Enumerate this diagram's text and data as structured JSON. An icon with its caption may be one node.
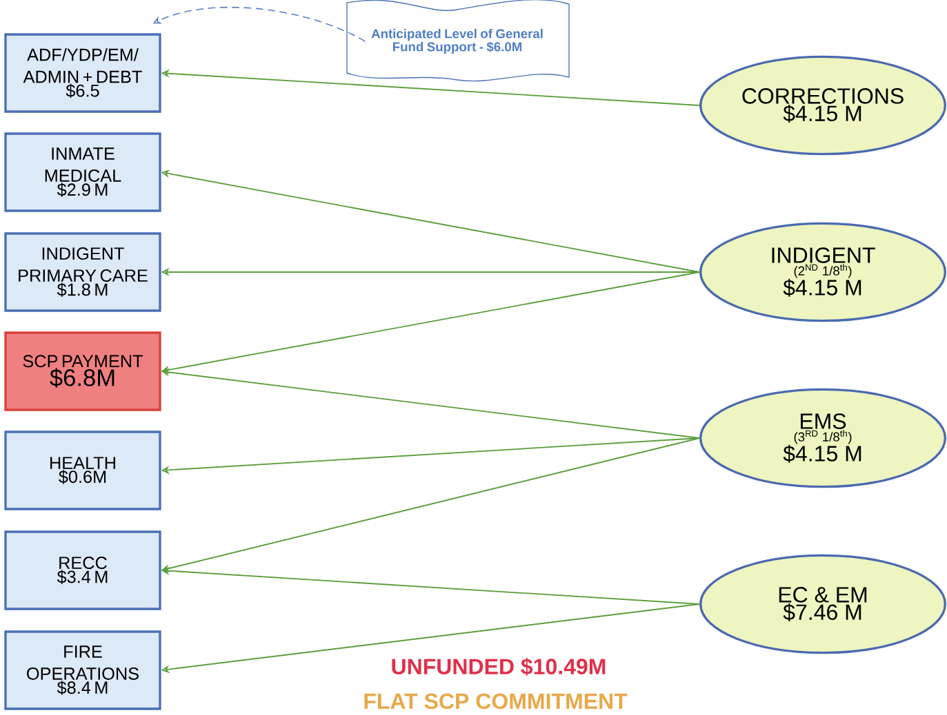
{
  "diagram": {
    "nodes": [
      {
        "text": [
          "ADF/YDP/EM/ ADMIN + DEBT",
          "$6.5"
        ]
      },
      {
        "text": [
          "INMATE MEDICAL",
          "$2.9 M"
        ]
      },
      {
        "text": [
          "INDIGENT PRIMARY CARE",
          "$1.8 M"
        ]
      },
      {
        "text": [
          "SCP PAYMENT",
          "$6.8M"
        ]
      },
      {
        "text": [
          "HEALTH",
          "$0.6M"
        ]
      },
      {
        "text": [
          "RECC",
          "$3.4 M"
        ]
      },
      {
        "text": [
          "FIRE OPERATIONS",
          "$8.4 M"
        ]
      },
      {
        "text": [
          "Anticipated Level of General Fund Support - $6.0M"
        ]
      },
      {
        "text": [
          "CORRECTIONS",
          "$4.15 M"
        ]
      },
      {
        "text": [
          "INDIGENT",
          "(2$^{ND}$ 1/8$^{th}$)",
          "$4.15 M"
        ]
      },
      {
        "text": [
          "EMS",
          "(3$^{RD}$ 1/8$^{th}$)",
          "$4.15 M"
        ]
      },
      {
        "text": [
          "EC & EM",
          "$7.46 M"
        ]
      }
    ],
    "edges": [
      {
        "from": 8,
        "to": 0,
        "arrow": "to"
      },
      {
        "from": 9,
        "to": 1,
        "arrow": "to"
      },
      {
        "from": 9,
        "to": 2,
        "arrow": "to"
      },
      {
        "from": 9,
        "to": 3,
        "arrow": "to"
      },
      {
        "from": 10,
        "to": 3,
        "arrow": "to"
      },
      {
        "from": 10,
        "to": 4,
        "arrow": "to"
      },
      {
        "from": 10,
        "to": 5,
        "arrow": "to"
      },
      {
        "from": 11,
        "to": 5,
        "arrow": "to"
      },
      {
        "from": 11,
        "to": 6,
        "arrow": "to"
      },
      {
        "from": 7,
        "to": 0,
        "arrow": "to",
        "style": "dashed",
        "color": "#5b7fc4"
      }
    ],
    "labels": [
      "UNFUNDED $10.49M",
      "FLAT SCP COMMITMENT"
    ]
  }
}
